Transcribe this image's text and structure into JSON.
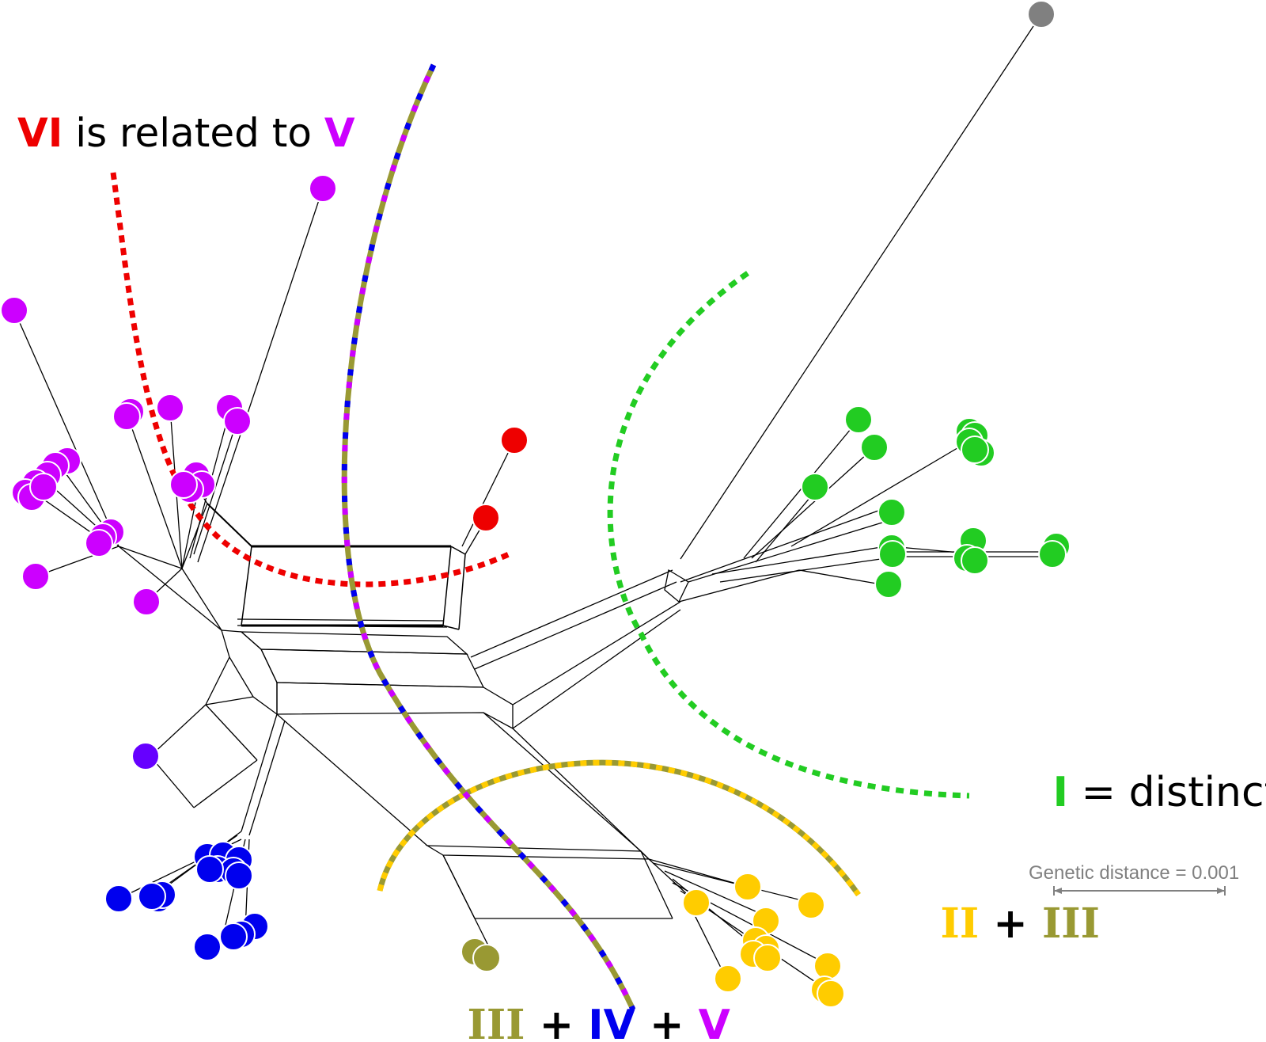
{
  "colors": {
    "group_I": "#22cc22",
    "group_II": "#ffcc00",
    "group_III": "#999933",
    "group_IV": "#0000ee",
    "group_V": "#cc00ff",
    "group_VI": "#ee0000",
    "outgroup": "#808080",
    "intermediate": "#6600ff",
    "text": "#000000",
    "scale": "#808080"
  },
  "annotations": {
    "vi_v": {
      "group_a": "VI",
      "middle": " is related to ",
      "group_b": "V"
    },
    "i": {
      "group": "I",
      "rest": " = distinct"
    },
    "ii_iii": {
      "group_a": "II",
      "plus": " + ",
      "group_b": "III"
    },
    "iii_iv_v": {
      "group_a": "III",
      "plus_1": " + ",
      "group_b": "IV",
      "plus_2": " + ",
      "group_c": "V"
    }
  },
  "scale_bar": {
    "label": "Genetic distance = 0.001"
  }
}
